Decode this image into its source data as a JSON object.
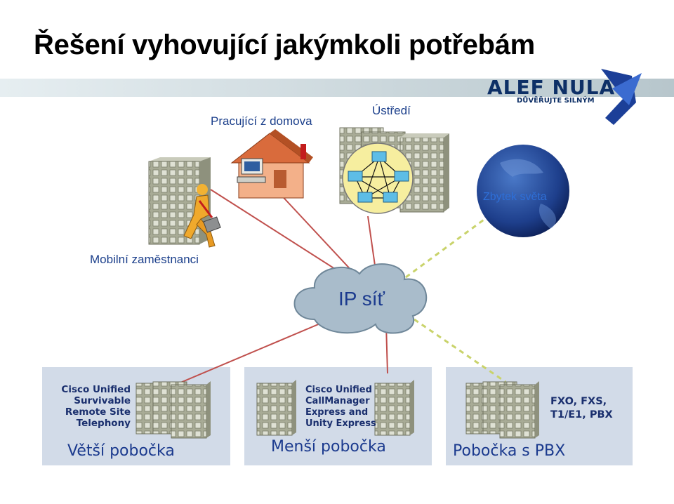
{
  "title": "Řešení vyhovující jakýmkoli potřebám",
  "logo": {
    "brand": "ALEF NULA",
    "tagline": "DŮVĚŘUJTE SILNÝM"
  },
  "nodes": {
    "home": "Pracující z domova",
    "headquarters": "Ústředí",
    "world": "Zbytek světa",
    "mobile": "Mobilní zaměstnanci",
    "ip_network": "IP síť"
  },
  "branches": [
    {
      "title": "Větší pobočka",
      "desc": [
        "Cisco Unified",
        "Survivable",
        "Remote Site",
        "Telephony"
      ]
    },
    {
      "title": "Menší pobočka",
      "desc": [
        "Cisco Unified",
        "CallManager",
        "Express and",
        "Unity Express"
      ]
    },
    {
      "title": "Pobočka s PBX",
      "desc": [
        "FXO, FXS,",
        "T1/E1, PBX"
      ]
    }
  ],
  "colors": {
    "link": "#c0504d",
    "dashed_link": "#c9d36b",
    "panel": "#d2dbe8",
    "label": "#1b3f8b",
    "cloud": "#a9bccb"
  }
}
